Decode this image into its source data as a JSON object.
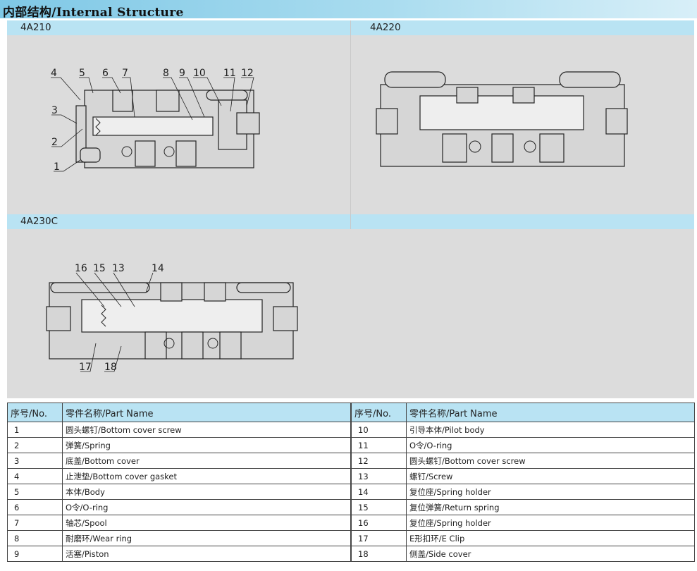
{
  "header": {
    "title": "内部结构/Internal Structure"
  },
  "panels": {
    "a210": {
      "label": "4A210",
      "callouts": [
        "4",
        "5",
        "6",
        "7",
        "8",
        "9",
        "10",
        "11",
        "12",
        "3",
        "2",
        "1"
      ]
    },
    "a220": {
      "label": "4A220"
    },
    "a230c": {
      "label": "4A230C",
      "callouts": [
        "16",
        "15",
        "13",
        "14",
        "17",
        "18"
      ]
    }
  },
  "table": {
    "col_no": "序号/No.",
    "col_name": "零件名称/Part Name",
    "rows_left": [
      {
        "no": "1",
        "name": "圆头螺钉/Bottom cover screw"
      },
      {
        "no": "2",
        "name": "弹簧/Spring"
      },
      {
        "no": "3",
        "name": "底盖/Bottom cover"
      },
      {
        "no": "4",
        "name": "止泄垫/Bottom cover gasket"
      },
      {
        "no": "5",
        "name": "本体/Body"
      },
      {
        "no": "6",
        "name": "O令/O-ring"
      },
      {
        "no": "7",
        "name": "轴芯/Spool"
      },
      {
        "no": "8",
        "name": "耐磨环/Wear ring"
      },
      {
        "no": "9",
        "name": "活塞/Piston"
      }
    ],
    "rows_right": [
      {
        "no": "10",
        "name": "引导本体/Pilot body"
      },
      {
        "no": "11",
        "name": "O令/O-ring"
      },
      {
        "no": "12",
        "name": "圆头螺钉/Bottom cover screw"
      },
      {
        "no": "13",
        "name": "螺钉/Screw"
      },
      {
        "no": "14",
        "name": "复位座/Spring holder"
      },
      {
        "no": "15",
        "name": "复位弹簧/Return spring"
      },
      {
        "no": "16",
        "name": "复位座/Spring holder"
      },
      {
        "no": "17",
        "name": "E形扣环/E Clip"
      },
      {
        "no": "18",
        "name": "侧盖/Side cover"
      }
    ]
  }
}
